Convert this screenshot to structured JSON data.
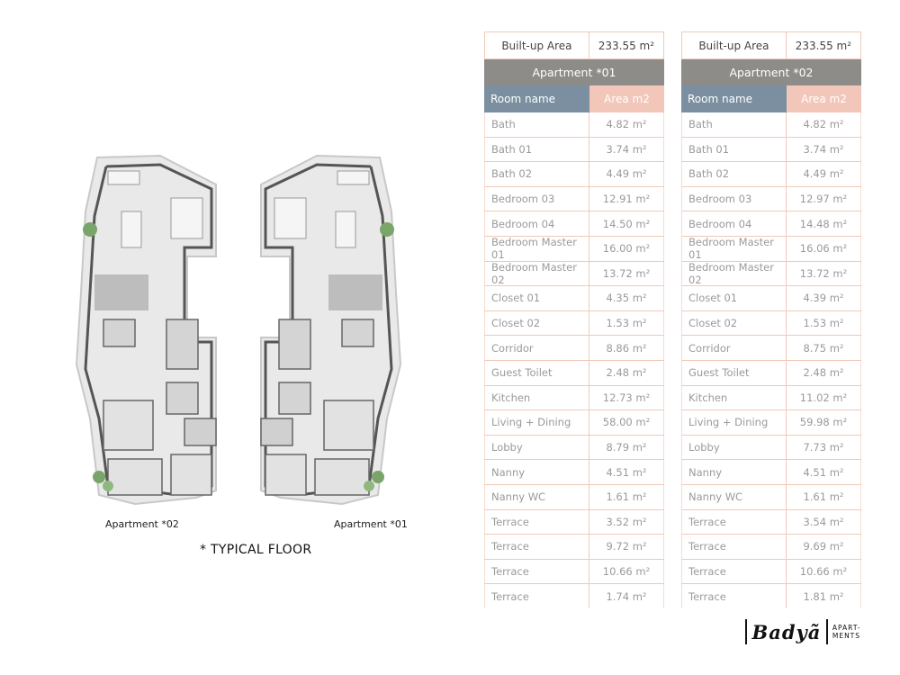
{
  "plan": {
    "left_label": "Apartment *02",
    "right_label": "Apartment *01",
    "floor_label": "* TYPICAL FLOOR"
  },
  "tables": [
    {
      "built_label": "Built-up Area",
      "built_value": "233.55 m²",
      "apartment": "Apartment *01",
      "col_room": "Room name",
      "col_area": "Area m2",
      "rows": [
        {
          "room": "Bath",
          "area": "4.82 m²"
        },
        {
          "room": "Bath 01",
          "area": "3.74 m²"
        },
        {
          "room": "Bath 02",
          "area": "4.49 m²"
        },
        {
          "room": "Bedroom 03",
          "area": "12.91 m²"
        },
        {
          "room": "Bedroom 04",
          "area": "14.50 m²"
        },
        {
          "room": "Bedroom Master 01",
          "area": "16.00 m²"
        },
        {
          "room": "Bedroom Master 02",
          "area": "13.72 m²"
        },
        {
          "room": "Closet 01",
          "area": "4.35 m²"
        },
        {
          "room": "Closet 02",
          "area": "1.53 m²"
        },
        {
          "room": "Corridor",
          "area": "8.86 m²"
        },
        {
          "room": "Guest Toilet",
          "area": "2.48 m²"
        },
        {
          "room": "Kitchen",
          "area": "12.73 m²"
        },
        {
          "room": "Living + Dining",
          "area": "58.00 m²"
        },
        {
          "room": "Lobby",
          "area": "8.79 m²"
        },
        {
          "room": "Nanny",
          "area": "4.51 m²"
        },
        {
          "room": "Nanny WC",
          "area": "1.61 m²"
        },
        {
          "room": "Terrace",
          "area": "3.52 m²"
        },
        {
          "room": "Terrace",
          "area": "9.72 m²"
        },
        {
          "room": "Terrace",
          "area": "10.66 m²"
        },
        {
          "room": "Terrace",
          "area": "1.74 m²"
        }
      ]
    },
    {
      "built_label": "Built-up Area",
      "built_value": "233.55 m²",
      "apartment": "Apartment *02",
      "col_room": "Room name",
      "col_area": "Area m2",
      "rows": [
        {
          "room": "Bath",
          "area": "4.82 m²"
        },
        {
          "room": "Bath 01",
          "area": "3.74 m²"
        },
        {
          "room": "Bath 02",
          "area": "4.49 m²"
        },
        {
          "room": "Bedroom 03",
          "area": "12.97 m²"
        },
        {
          "room": "Bedroom 04",
          "area": "14.48 m²"
        },
        {
          "room": "Bedroom Master 01",
          "area": "16.06 m²"
        },
        {
          "room": "Bedroom Master 02",
          "area": "13.72 m²"
        },
        {
          "room": "Closet 01",
          "area": "4.39 m²"
        },
        {
          "room": "Closet 02",
          "area": "1.53 m²"
        },
        {
          "room": "Corridor",
          "area": "8.75 m²"
        },
        {
          "room": "Guest Toilet",
          "area": "2.48 m²"
        },
        {
          "room": "Kitchen",
          "area": "11.02 m²"
        },
        {
          "room": "Living + Dining",
          "area": "59.98 m²"
        },
        {
          "room": "Lobby",
          "area": "7.73 m²"
        },
        {
          "room": "Nanny",
          "area": "4.51 m²"
        },
        {
          "room": "Nanny WC",
          "area": "1.61 m²"
        },
        {
          "room": "Terrace",
          "area": "3.54 m²"
        },
        {
          "room": "Terrace",
          "area": "9.69 m²"
        },
        {
          "room": "Terrace",
          "area": "10.66 m²"
        },
        {
          "room": "Terrace",
          "area": "1.81 m²"
        }
      ]
    }
  ],
  "logo": {
    "name": "Badyã",
    "sub_line1": "APART-",
    "sub_line2": "MENTS"
  }
}
